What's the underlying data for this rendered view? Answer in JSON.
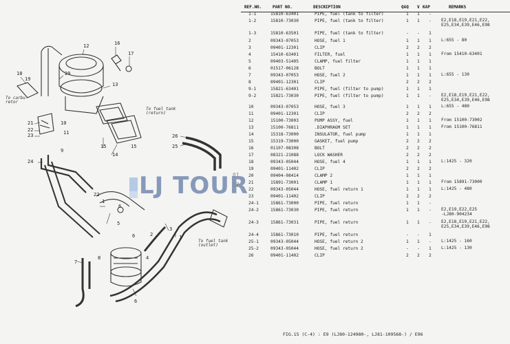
{
  "diagram": {
    "callouts": [
      "12",
      "16",
      "17",
      "18",
      "19",
      "20",
      "21",
      "22",
      "23",
      "24",
      "13",
      "14",
      "15",
      "15",
      "11",
      "26",
      "25",
      "8",
      "9",
      "10",
      "2",
      "3",
      "1",
      "4",
      "6",
      "7",
      "6",
      "5",
      "1",
      "6",
      "22"
    ],
    "notes": [
      {
        "id": "carb",
        "text": "To carbu-\nretor"
      },
      {
        "id": "tank-return",
        "text": "To fuel tank\n(return)"
      },
      {
        "id": "tank-outlet",
        "text": "To fuel tank\n(outlet)"
      }
    ],
    "logo": {
      "text": "LJ TOUR",
      "num_top": "01",
      "num_bottom": "12"
    }
  },
  "table": {
    "headers": {
      "ref": "REF.NO.",
      "part": "PART NO.",
      "desc": "DESCRIPTION",
      "qa": "QAQ",
      "qv": "V",
      "qk": "KAP",
      "rem": "REMARKS"
    },
    "rows": [
      {
        "ref": "1-1",
        "part": "15810-63401",
        "desc": "PIPE, fuel (tank to filter)",
        "qa": "1",
        "qv": "1",
        "qk": "-",
        "rem": ""
      },
      {
        "ref": "1-2",
        "part": "15810-73030",
        "desc": "PIPE, fuel (tank to filter)",
        "qa": "1",
        "qv": "1",
        "qk": "-",
        "rem": "E2,E18,E19,E21,E22,\nE25,E34,E39,E46,E98"
      },
      {
        "ref": "1-3",
        "part": "15810-63501",
        "desc": "PIPE, fuel (tank to filter)",
        "qa": "-",
        "qv": "-",
        "qk": "1",
        "rem": ""
      },
      {
        "ref": "2",
        "part": "09343-07053",
        "desc": "HOSE, fuel 1",
        "qa": "1",
        "qv": "1",
        "qk": "1",
        "rem": "L:655 - 80"
      },
      {
        "ref": "3",
        "part": "09401-12301",
        "desc": "CLIP",
        "qa": "2",
        "qv": "2",
        "qk": "2",
        "rem": ""
      },
      {
        "ref": "4",
        "part": "15410-63401",
        "desc": "FILTER, fuel",
        "qa": "1",
        "qv": "1",
        "qk": "1",
        "rem": "From 15410-63401"
      },
      {
        "ref": "5",
        "part": "09403-51405",
        "desc": "CLAMP, fuel filter",
        "qa": "1",
        "qv": "1",
        "qk": "1",
        "rem": ""
      },
      {
        "ref": "6",
        "part": "01517-06128",
        "desc": "BOLT",
        "qa": "1",
        "qv": "1",
        "qk": "1",
        "rem": ""
      },
      {
        "ref": "7",
        "part": "09343-07053",
        "desc": "HOSE, fuel 2",
        "qa": "1",
        "qv": "1",
        "qk": "1",
        "rem": "L:655 - 130"
      },
      {
        "ref": "8",
        "part": "09401-12301",
        "desc": "CLIP",
        "qa": "2",
        "qv": "2",
        "qk": "2",
        "rem": ""
      },
      {
        "ref": "9-1",
        "part": "15821-63401",
        "desc": "PIPE, fuel (filter to pump)",
        "qa": "1",
        "qv": "1",
        "qk": "1",
        "rem": ""
      },
      {
        "ref": "9-2",
        "part": "15821-73030",
        "desc": "PIPE, fuel (filter to pump)",
        "qa": "1",
        "qv": "1",
        "qk": "-",
        "rem": "E2,E18,E19,E21,E22,\nE25,E34,E39,E46,E98"
      },
      {
        "ref": "10",
        "part": "09343-07053",
        "desc": "HOSE, fuel 3",
        "qa": "1",
        "qv": "1",
        "qk": "1",
        "rem": "L:655 - 480"
      },
      {
        "ref": "11",
        "part": "09401-12301",
        "desc": "CLIP",
        "qa": "2",
        "qv": "2",
        "qk": "2",
        "rem": ""
      },
      {
        "ref": "12",
        "part": "15100-73003",
        "desc": "PUMP ASSY, fuel",
        "qa": "1",
        "qv": "1",
        "qk": "1",
        "rem": "From 15100-73002"
      },
      {
        "ref": "13",
        "part": "15100-76811",
        "desc": ".DIAPHRAGM SET",
        "qa": "1",
        "qv": "1",
        "qk": "1",
        "rem": "From 15100-76811"
      },
      {
        "ref": "14",
        "part": "15318-73000",
        "desc": "INSULATOR, fuel pump",
        "qa": "1",
        "qv": "1",
        "qk": "1",
        "rem": ""
      },
      {
        "ref": "15",
        "part": "15319-73000",
        "desc": "GASKET, fuel pump",
        "qa": "2",
        "qv": "2",
        "qk": "2",
        "rem": ""
      },
      {
        "ref": "16",
        "part": "01107-08308",
        "desc": "BOLT",
        "qa": "2",
        "qv": "2",
        "qk": "2",
        "rem": ""
      },
      {
        "ref": "17",
        "part": "08321-21088",
        "desc": "LOCK WASHER",
        "qa": "2",
        "qv": "2",
        "qk": "2",
        "rem": ""
      },
      {
        "ref": "18",
        "part": "09343-05044",
        "desc": "HOSE, fuel 4",
        "qa": "1",
        "qv": "1",
        "qk": "1",
        "rem": "L:1425 - 320"
      },
      {
        "ref": "19",
        "part": "09401-11402",
        "desc": "CLIP",
        "qa": "2",
        "qv": "2",
        "qk": "2",
        "rem": ""
      },
      {
        "ref": "20",
        "part": "09404-08414",
        "desc": "CLAMP 2",
        "qa": "1",
        "qv": "1",
        "qk": "1",
        "rem": ""
      },
      {
        "ref": "21",
        "part": "15891-73001",
        "desc": "CLAMP 1",
        "qa": "1",
        "qv": "1",
        "qk": "1",
        "rem": "From 15891-73000"
      },
      {
        "ref": "22",
        "part": "09343-05044",
        "desc": "HOSE, fuel return 1",
        "qa": "1",
        "qv": "1",
        "qk": "1",
        "rem": "L:1425 - 480"
      },
      {
        "ref": "23",
        "part": "09401-11402",
        "desc": "CLIP",
        "qa": "2",
        "qv": "2",
        "qk": "2",
        "rem": ""
      },
      {
        "ref": "24-1",
        "part": "15861-73000",
        "desc": "PIPE, fuel return",
        "qa": "1",
        "qv": "1",
        "qk": "-",
        "rem": ""
      },
      {
        "ref": "24-2",
        "part": "15861-73030",
        "desc": "PIPE, fuel return",
        "qa": "1",
        "qv": "1",
        "qk": "-",
        "rem": "E2,E19,E22,E25\n-LJ80-904234"
      },
      {
        "ref": "24-3",
        "part": "15861-73031",
        "desc": "PIPE, fuel return",
        "qa": "1",
        "qv": "1",
        "qk": "-",
        "rem": "E2,E18,E19,E21,E22,\nE25,E34,E39,E46,E98"
      },
      {
        "ref": "24-4",
        "part": "15861-73010",
        "desc": "PIPE, fuel return",
        "qa": "-",
        "qv": "-",
        "qk": "1",
        "rem": ""
      },
      {
        "ref": "25-1",
        "part": "09343-05044",
        "desc": "HOSE, fuel return 2",
        "qa": "1",
        "qv": "1",
        "qk": "-",
        "rem": "L:1425 - 160"
      },
      {
        "ref": "25-2",
        "part": "09343-05044",
        "desc": "HOSE, fuel return 2",
        "qa": "-",
        "qv": "-",
        "qk": "1",
        "rem": "L:1425 - 130"
      },
      {
        "ref": "26",
        "part": "09401-11402",
        "desc": "CLIP",
        "qa": "2",
        "qv": "2",
        "qk": "2",
        "rem": ""
      }
    ],
    "caption": "FIG.15 (C-4) : E9 (LJ80-124980-, LJ81-109568-) / E96"
  },
  "colors": {
    "ink": "#222222",
    "logo": "#2d4f8c",
    "paper": "#f4f4f2"
  }
}
